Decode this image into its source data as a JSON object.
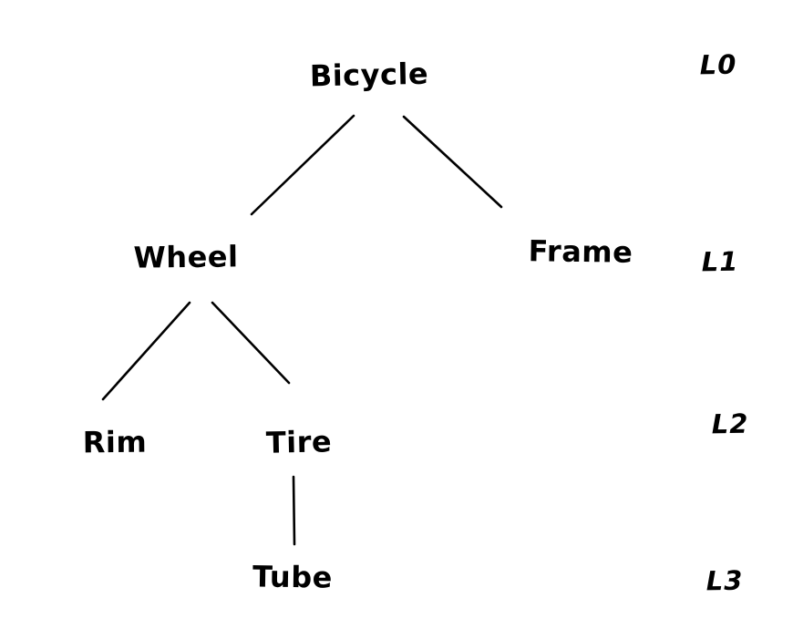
{
  "diagram": {
    "type": "tree",
    "colors": {
      "stroke": "#000000",
      "text": "#000000",
      "background": "#ffffff"
    },
    "nodes": [
      {
        "label": "Bicycle",
        "level": "L0",
        "parent": null
      },
      {
        "label": "Wheel",
        "level": "L1",
        "parent": "Bicycle"
      },
      {
        "label": "Frame",
        "level": "L1",
        "parent": "Bicycle"
      },
      {
        "label": "Rim",
        "level": "L2",
        "parent": "Wheel"
      },
      {
        "label": "Tire",
        "level": "L2",
        "parent": "Wheel"
      },
      {
        "label": "Tube",
        "level": "L3",
        "parent": "Tire"
      }
    ],
    "edges": [
      {
        "from": "Bicycle",
        "to": "Wheel"
      },
      {
        "from": "Bicycle",
        "to": "Frame"
      },
      {
        "from": "Wheel",
        "to": "Rim"
      },
      {
        "from": "Wheel",
        "to": "Tire"
      },
      {
        "from": "Tire",
        "to": "Tube"
      }
    ],
    "level_labels": [
      "L0",
      "L1",
      "L2",
      "L3"
    ]
  }
}
